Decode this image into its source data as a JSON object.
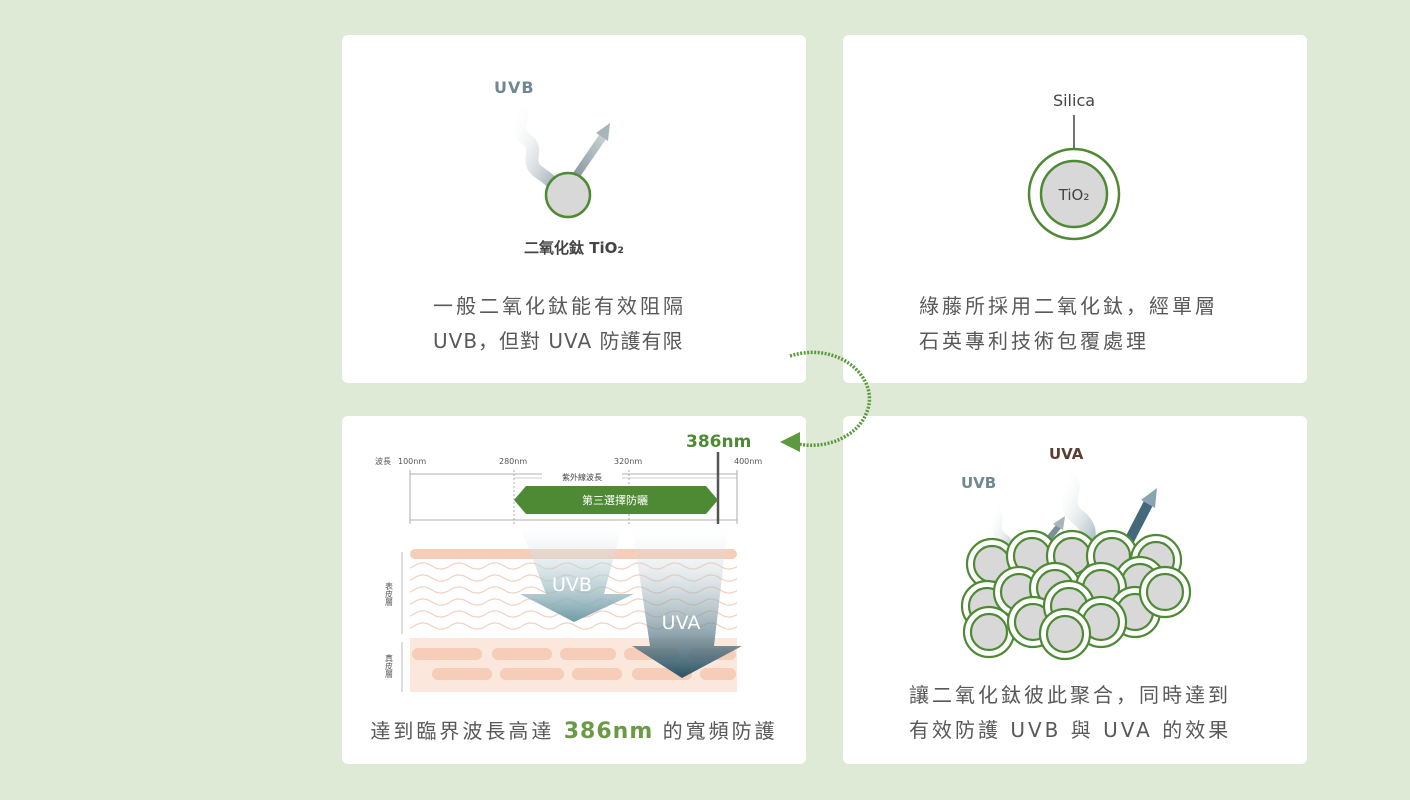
{
  "card1": {
    "uvb_label": "UVB",
    "particle_label": "二氧化鈦 TiO₂",
    "caption_line1": "一般二氧化鈦能有效阻隔",
    "caption_line2": "UVB，但對 UVA 防護有限"
  },
  "card2": {
    "shell_label": "Silica",
    "core_label": "TiO₂",
    "caption_line1": "綠藤所採用二氧化鈦，經單層",
    "caption_line2": "石英專利技術包覆處理"
  },
  "card3": {
    "highlight_wavelength": "386nm",
    "axis_label": "波長",
    "ticks": [
      "100nm",
      "280nm",
      "320nm",
      "400nm"
    ],
    "uv_range_label": "紫外線波長",
    "protection_label": "第三選擇防曬",
    "uvb_arrow_label": "UVB",
    "uva_arrow_label": "UVA",
    "epidermis_label": "表皮層",
    "dermis_label": "真皮層",
    "caption_prefix": "達到臨界波長高達",
    "caption_value": "386nm",
    "caption_suffix": "的寬頻防護"
  },
  "card4": {
    "uva_label": "UVA",
    "uvb_label": "UVB",
    "caption_line1": "讓二氧化鈦彼此聚合，同時達到",
    "caption_line2": "有效防護 UVB 與 UVA 的效果"
  },
  "colors": {
    "background": "#dfead6",
    "green": "#4e8a34",
    "green_light": "#6b9a46",
    "uvb_gray": "#7b8f98",
    "uva_dark": "#2f5a6c"
  }
}
